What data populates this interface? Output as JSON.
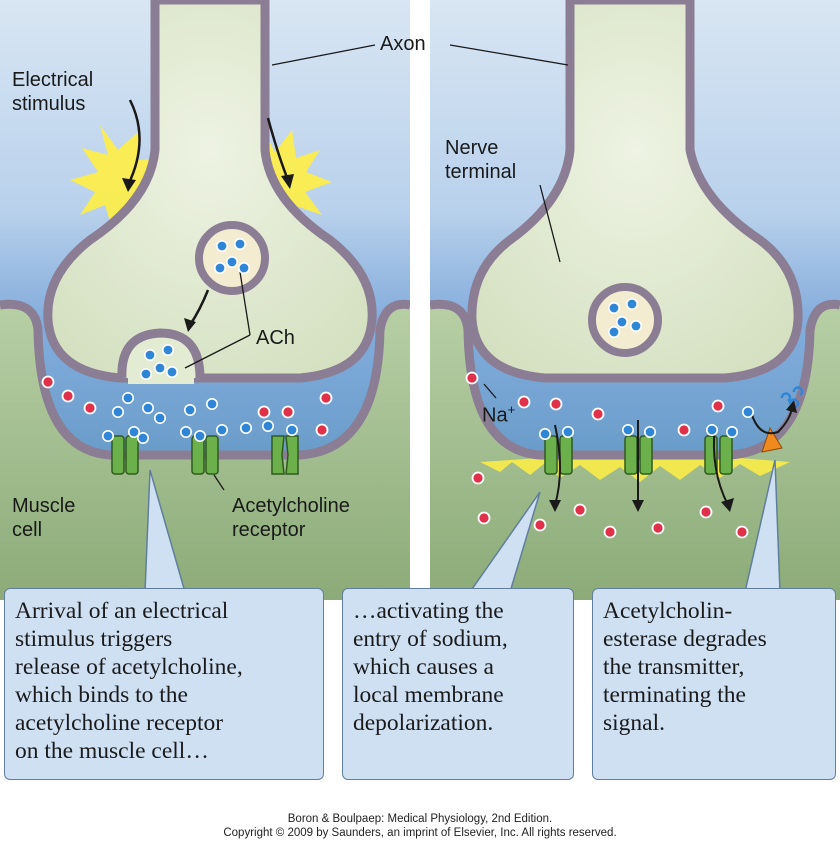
{
  "labels": {
    "axon": "Axon",
    "electrical_stimulus": "Electrical\nstimulus",
    "nerve_terminal": "Nerve\nterminal",
    "ach": "ACh",
    "na": "Na",
    "na_charge": "+",
    "muscle_cell": "Muscle\ncell",
    "ach_receptor": "Acetylcholine\nreceptor"
  },
  "captions": [
    "Arrival of an electrical\nstimulus triggers\nrelease of acetylcholine,\nwhich binds to the\nacetylcholine receptor\non the muscle cell…",
    "…activating the\nentry of sodium,\nwhich causes a\nlocal membrane\ndepolarization.",
    "Acetylcholin-\nesterase degrades\nthe transmitter,\nterminating the\nsignal."
  ],
  "credit": {
    "line1": "Boron & Boulpaep: Medical Physiology, 2nd Edition.",
    "line2": "Copyright © 2009 by Saunders, an imprint of Elsevier, Inc. All rights reserved."
  },
  "colors": {
    "terminal_fill": "#e3ebd3",
    "membrane": "#8b7d94",
    "cleft_blue": "#6d9fd8",
    "muscle_green": "#9bb98a",
    "ach_blue": "#2f86d6",
    "sodium_red": "#e0304a",
    "receptor_green": "#6bb04a",
    "stimulus_yellow": "#ffee44",
    "caption_fill": "#cfe0f3"
  }
}
